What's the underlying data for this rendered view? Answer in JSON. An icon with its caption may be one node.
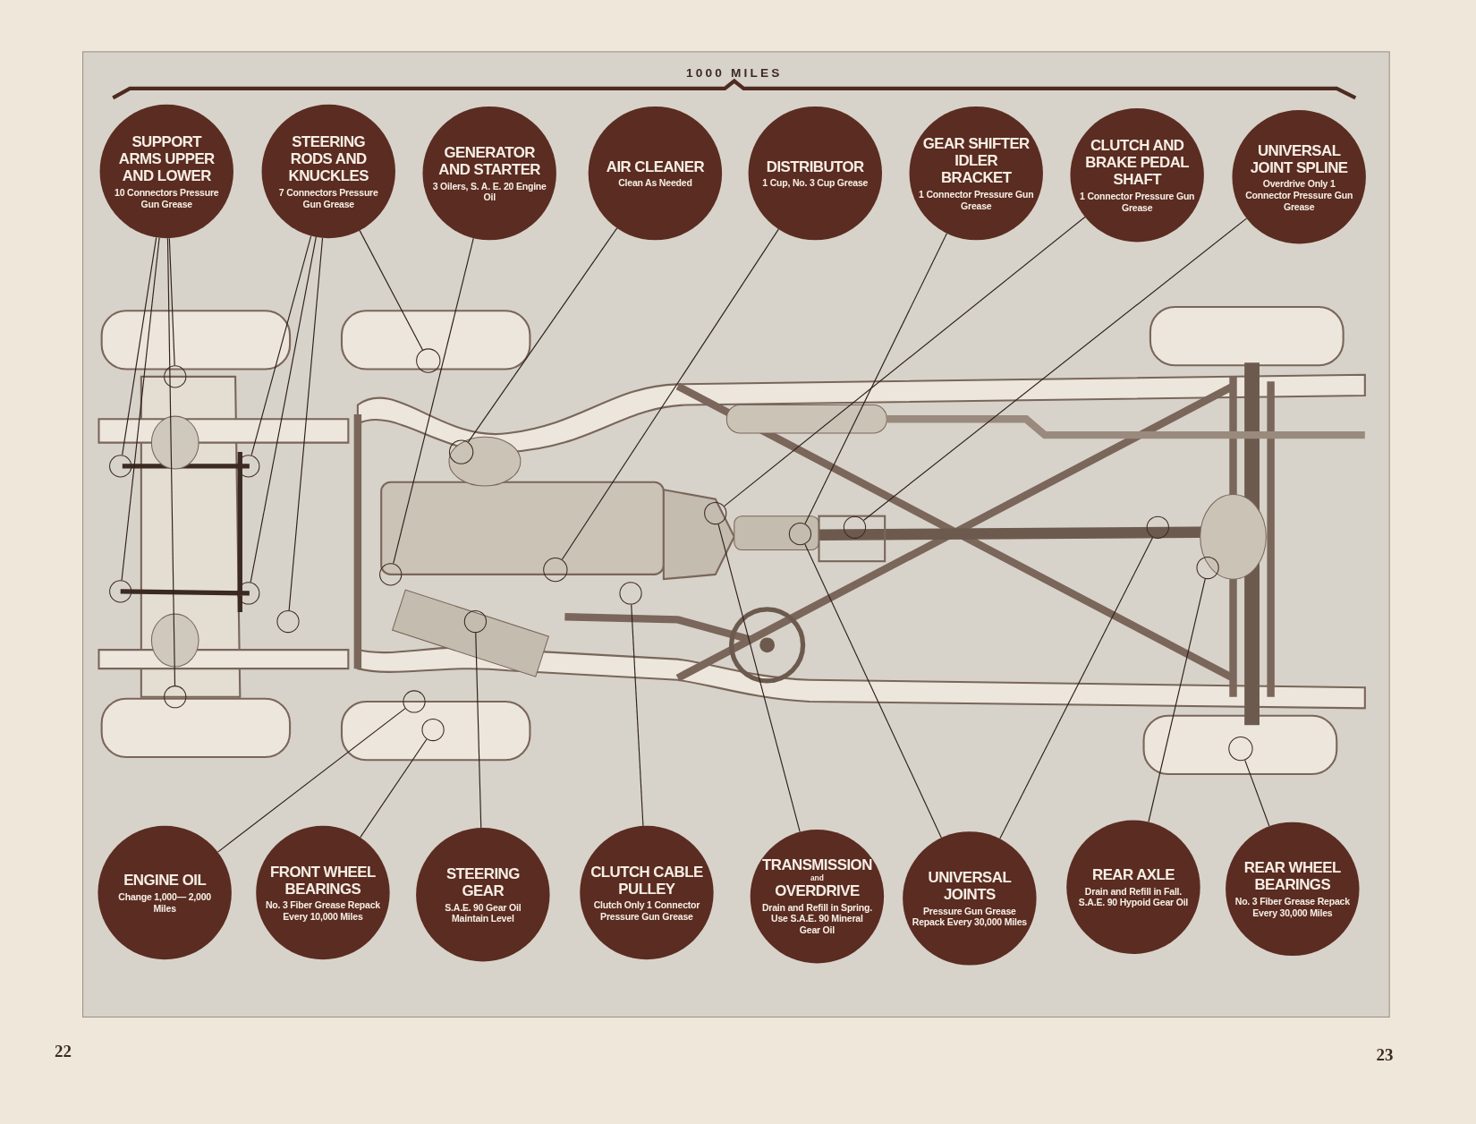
{
  "diagram": {
    "nodes": [
      {
        "text": [
          "SUPPORT ARMS UPPER AND LOWER",
          "10 Connectors Pressure Gun Grease"
        ]
      },
      {
        "text": [
          "STEERING RODS AND KNUCKLES",
          "7 Connectors Pressure Gun Grease"
        ]
      },
      {
        "text": [
          "GENERATOR AND STARTER",
          "3 Oilers, S. A. E. 20 Engine Oil"
        ]
      },
      {
        "text": [
          "AIR CLEANER",
          "Clean As Needed"
        ]
      },
      {
        "text": [
          "DISTRIBUTOR",
          "1 Cup, No. 3 Cup Grease"
        ]
      },
      {
        "text": [
          "GEAR SHIFTER IDLER BRACKET",
          "1 Connector Pressure Gun Grease"
        ]
      },
      {
        "text": [
          "CLUTCH AND BRAKE PEDAL SHAFT",
          "1 Connector Pressure Gun Grease"
        ]
      },
      {
        "text": [
          "UNIVERSAL JOINT SPLINE",
          "Overdrive Only 1 Connector Pressure Gun Grease"
        ]
      },
      {
        "text": [
          "ENGINE OIL",
          "Change 1,000— 2,000 Miles"
        ]
      },
      {
        "text": [
          "FRONT WHEEL BEARINGS",
          "No. 3 Fiber Grease Repack Every 10,000 Miles"
        ]
      },
      {
        "text": [
          "STEERING GEAR",
          "S.A.E. 90 Gear Oil Maintain Level"
        ]
      },
      {
        "text": [
          "CLUTCH CABLE PULLEY",
          "Clutch Only 1 Connector Pressure Gun Grease"
        ]
      },
      {
        "text": [
          "TRANSMISSION",
          "and",
          "OVERDRIVE",
          "Drain and Refill in Spring. Use S.A.E. 90 Mineral Gear Oil"
        ]
      },
      {
        "text": [
          "UNIVERSAL JOINTS",
          "Pressure Gun Grease Repack Every 30,000 Miles"
        ]
      },
      {
        "text": [
          "REAR AXLE",
          "Drain and Refill in Fall. S.A.E. 90 Hypoid Gear Oil"
        ]
      },
      {
        "text": [
          "REAR WHEEL BEARINGS",
          "No. 3 Fiber Grease Repack Every 30,000 Miles"
        ]
      },
      {
        "text": [],
        "shape": "circle"
      },
      {
        "text": [],
        "shape": "circle"
      },
      {
        "text": [],
        "shape": "circle"
      },
      {
        "text": [],
        "shape": "circle"
      },
      {
        "text": [],
        "shape": "circle"
      },
      {
        "text": [],
        "shape": "circle"
      },
      {
        "text": [],
        "shape": "circle"
      },
      {
        "text": [],
        "shape": "circle"
      },
      {
        "text": [],
        "shape": "circle"
      },
      {
        "text": [],
        "shape": "circle"
      },
      {
        "text": [],
        "shape": "circle"
      },
      {
        "text": [],
        "shape": "circle"
      },
      {
        "text": [],
        "shape": "circle"
      },
      {
        "text": [],
        "shape": "circle"
      },
      {
        "text": [],
        "shape": "circle"
      },
      {
        "text": [],
        "shape": "circle"
      },
      {
        "text": [],
        "shape": "circle"
      },
      {
        "text": [],
        "shape": "circle"
      },
      {
        "text": [],
        "shape": "circle"
      },
      {
        "text": [],
        "shape": "circle"
      },
      {
        "text": [],
        "shape": "circle"
      }
    ],
    "edges": [
      {
        "from": 0,
        "to": 16,
        "arrow": "none"
      },
      {
        "from": 0,
        "to": 17,
        "arrow": "none"
      },
      {
        "from": 0,
        "to": 18,
        "arrow": "none"
      },
      {
        "from": 0,
        "to": 19,
        "arrow": "none"
      },
      {
        "from": 1,
        "to": 20,
        "arrow": "none"
      },
      {
        "from": 1,
        "to": 21,
        "arrow": "none"
      },
      {
        "from": 1,
        "to": 22,
        "arrow": "none"
      },
      {
        "from": 1,
        "to": 23,
        "arrow": "none"
      },
      {
        "from": 2,
        "to": 24,
        "arrow": "none"
      },
      {
        "from": 3,
        "to": 25,
        "arrow": "none"
      },
      {
        "from": 4,
        "to": 26,
        "arrow": "none"
      },
      {
        "from": 5,
        "to": 28,
        "arrow": "none"
      },
      {
        "from": 6,
        "to": 27,
        "arrow": "none"
      },
      {
        "from": 7,
        "to": 29,
        "arrow": "none"
      },
      {
        "from": 8,
        "to": 30,
        "arrow": "none"
      },
      {
        "from": 9,
        "to": 31,
        "arrow": "none"
      },
      {
        "from": 10,
        "to": 32,
        "arrow": "none"
      },
      {
        "from": 11,
        "to": 33,
        "arrow": "none"
      },
      {
        "from": 12,
        "to": 27,
        "arrow": "none"
      },
      {
        "from": 13,
        "to": 28,
        "arrow": "none"
      },
      {
        "from": 13,
        "to": 34,
        "arrow": "none"
      },
      {
        "from": 14,
        "to": 35,
        "arrow": "none"
      },
      {
        "from": 15,
        "to": 36,
        "arrow": "none"
      }
    ],
    "labels": [
      "1000 MILES",
      "22",
      "23"
    ]
  }
}
